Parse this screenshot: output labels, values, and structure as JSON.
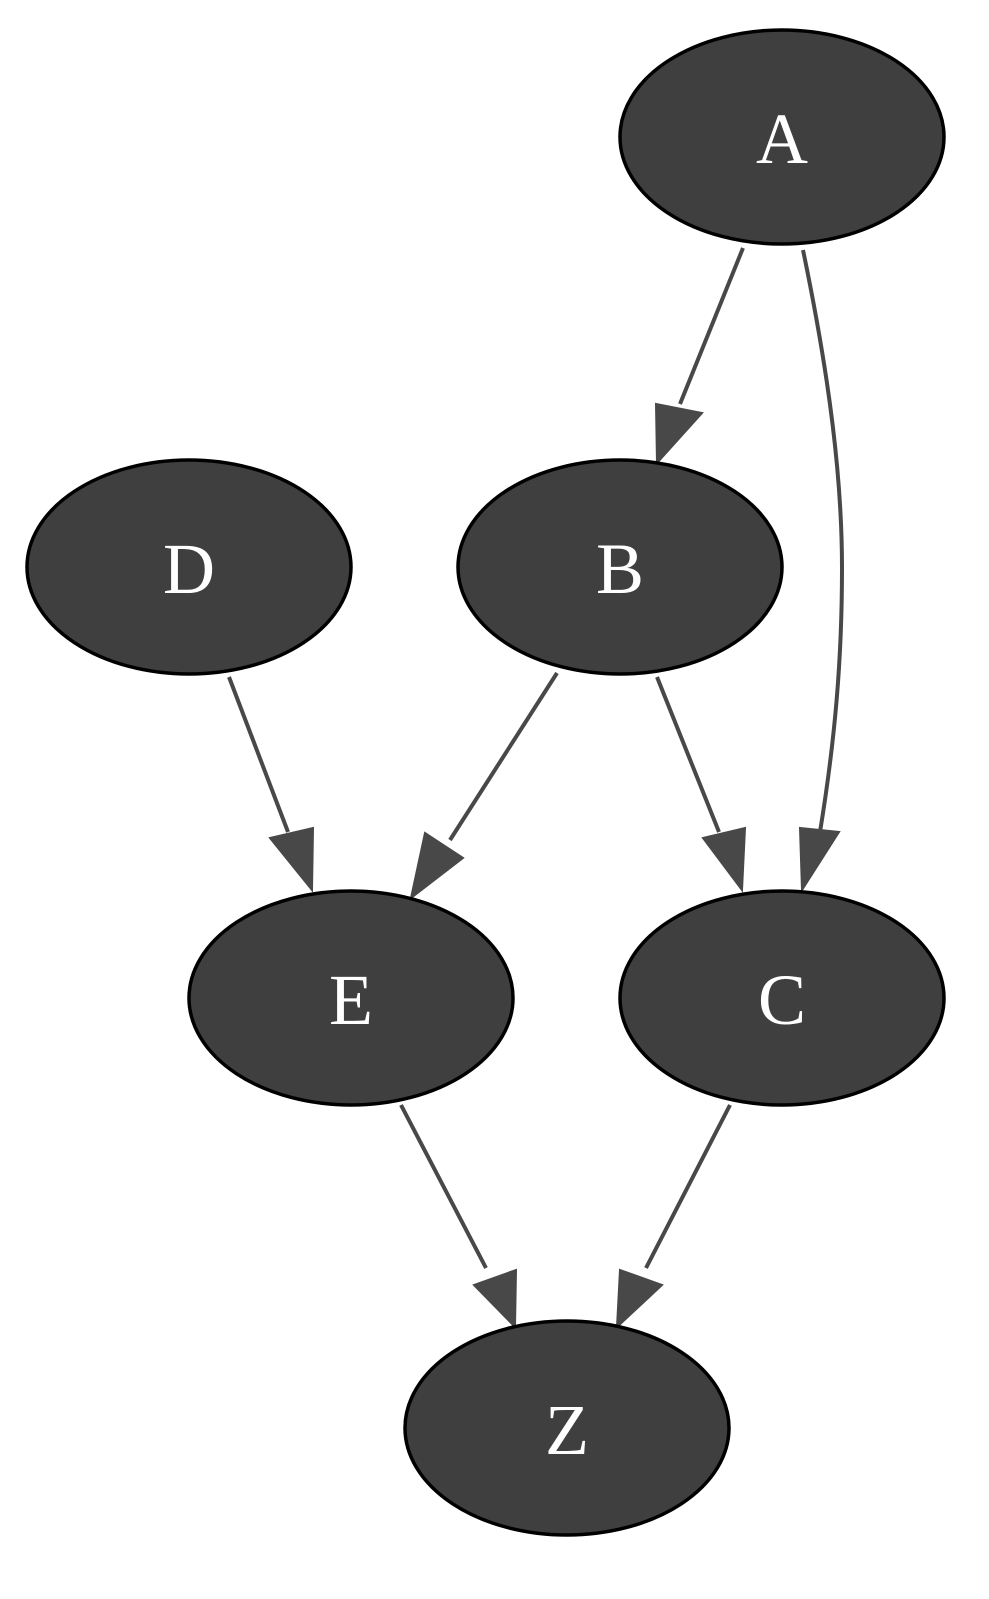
{
  "diagram": {
    "type": "directed-graph",
    "colors": {
      "node_fill": "#3f3f3f",
      "node_stroke": "#000000",
      "label_color": "#ffffff",
      "edge_color": "#484848",
      "background": "#ffffff"
    },
    "nodes": [
      {
        "id": "A",
        "label": "A"
      },
      {
        "id": "B",
        "label": "B"
      },
      {
        "id": "C",
        "label": "C"
      },
      {
        "id": "D",
        "label": "D"
      },
      {
        "id": "E",
        "label": "E"
      },
      {
        "id": "Z",
        "label": "Z"
      }
    ],
    "edges": [
      {
        "from": "A",
        "to": "B"
      },
      {
        "from": "A",
        "to": "C"
      },
      {
        "from": "B",
        "to": "E"
      },
      {
        "from": "B",
        "to": "C"
      },
      {
        "from": "D",
        "to": "E"
      },
      {
        "from": "E",
        "to": "Z"
      },
      {
        "from": "C",
        "to": "Z"
      }
    ]
  }
}
